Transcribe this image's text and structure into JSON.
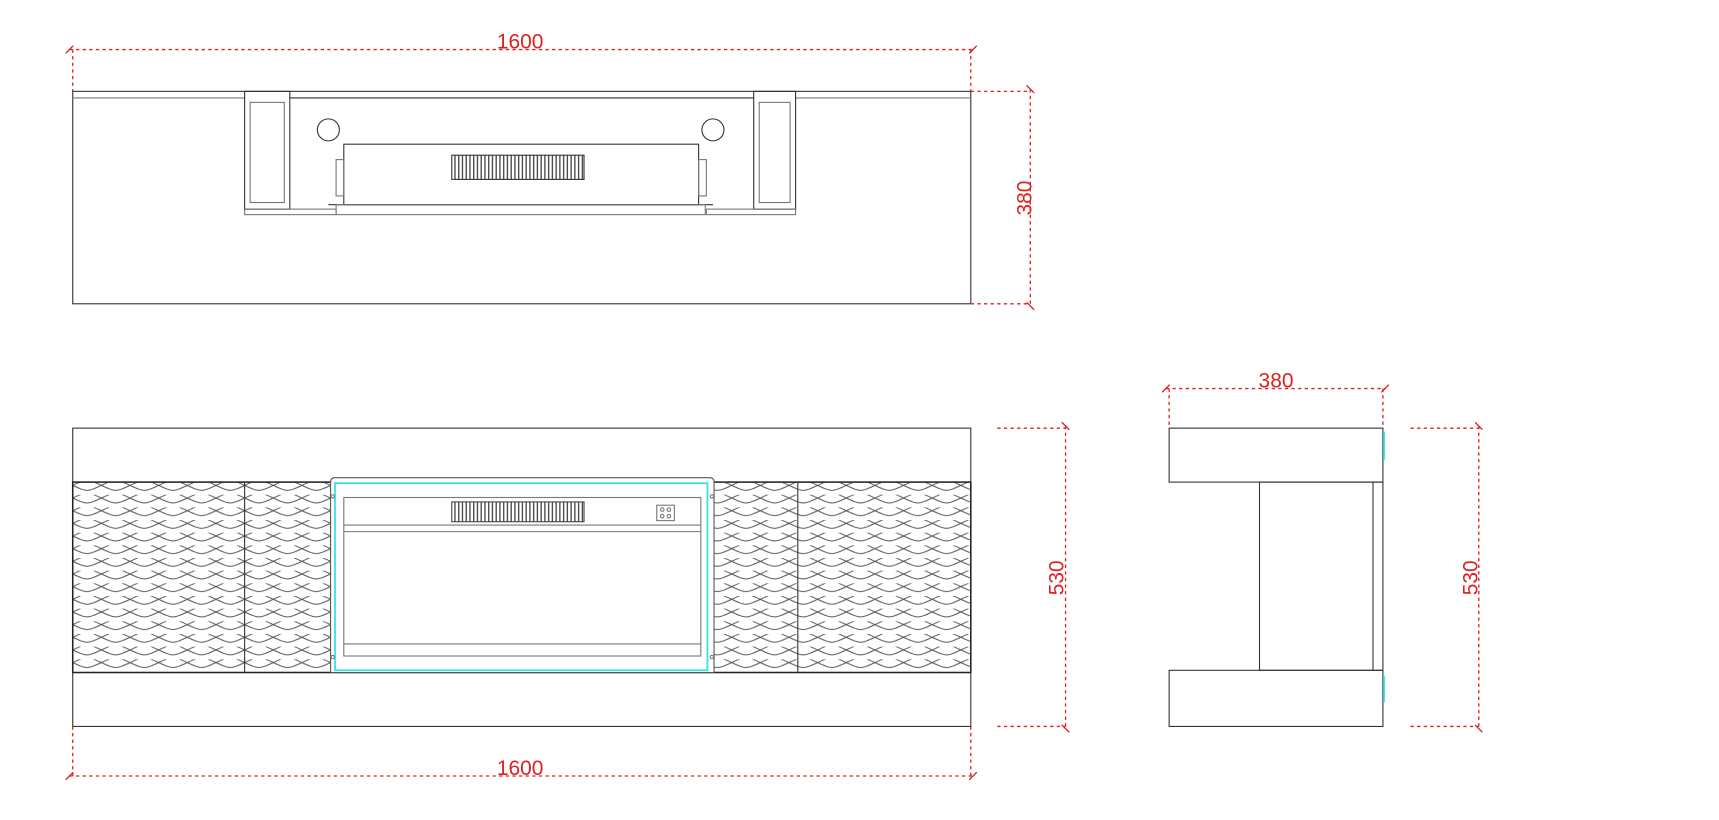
{
  "drawing": {
    "top_view": {
      "width_label": "1600",
      "depth_label": "380"
    },
    "front_view": {
      "width_label": "1600",
      "height_label": "530"
    },
    "side_view": {
      "depth_label": "380",
      "height_label": "530"
    },
    "colors": {
      "dimension": "#e02020",
      "glass_edge": "#2fe3e8",
      "outline": "#333333"
    }
  }
}
